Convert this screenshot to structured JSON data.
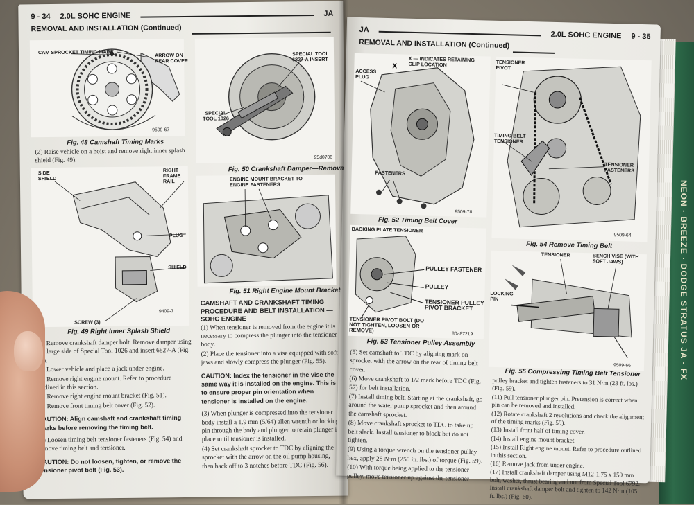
{
  "spine": {
    "text": "NEON · BREEZE · DODGE STRATUS    JA · FX"
  },
  "left_page": {
    "header_left": "9 - 34",
    "header_title": "2.0L SOHC ENGINE",
    "header_right": "JA",
    "section": "REMOVAL AND INSTALLATION (Continued)",
    "fig48": {
      "caption": "Fig. 48 Camshaft Timing Marks",
      "labels": [
        "CAM SPROCKET TIMING MARK",
        "ARROW ON REAR COVER"
      ],
      "code": "9509-67"
    },
    "fig50": {
      "caption": "Fig. 50 Crankshaft Damper—Removal",
      "labels": [
        "SPECIAL TOOL 6827-A INSERT",
        "SPECIAL TOOL 1026"
      ],
      "code": "95d0706"
    },
    "fig49": {
      "caption": "Fig. 49 Right Inner Splash Shield",
      "labels": [
        "SIDE SHIELD",
        "RIGHT FRAME RAIL",
        "PLUG",
        "SHIELD",
        "SCREW (3)"
      ],
      "code": "9409-7"
    },
    "fig51": {
      "caption": "Fig. 51 Right Engine Mount Bracket",
      "labels": [
        "ENGINE MOUNT BRACKET TO ENGINE FASTENERS"
      ]
    },
    "intro_step": "(2) Raise vehicle on a hoist and remove right inner splash shield (Fig. 49).",
    "steps_a": [
      "(3) Remove crankshaft damper bolt. Remove damper using the large side of Special Tool 1026 and insert 6827-A (Fig. 50).",
      "(4) Lower vehicle and place a jack under engine.",
      "(5) Remove right engine mount. Refer to procedure outlined in this section.",
      "(6) Remove right engine mount bracket (Fig. 51).",
      "(7) Remove front timing belt cover (Fig. 52)."
    ],
    "caution1": "CAUTION: Align camshaft and crankshaft timing marks before removing the timing belt.",
    "step8": "(8) Loosen timing belt tensioner fasteners (Fig. 54) and remove timing belt and tensioner.",
    "caution2": "CAUTION: Do not loosen, tighten, or remove the tensioner pivot bolt (Fig. 53).",
    "col2_title": "CAMSHAFT AND CRANKSHAFT TIMING PROCEDURE AND BELT INSTALLATION —SOHC ENGINE",
    "col2_steps": [
      "(1) When tensioner is removed from the engine it is necessary to compress the plunger into the tensioner body.",
      "(2) Place the tensioner into a vise equipped with soft jaws and slowly compress the plunger (Fig. 55)."
    ],
    "col2_caution": "CAUTION: Index the tensioner in the vise the same way it is installed on the engine. This is to ensure proper pin orientation when tensioner is installed on the engine.",
    "col2_steps_b": [
      "(3) When plunger is compressed into the tensioner body install a 1.9 mm (5/64) allen wrench or locking pin through the body and plunger to retain plunger in place until tensioner is installed.",
      "(4) Set crankshaft sprocket to TDC by aligning the sprocket with the arrow on the oil pump housing, then back off to 3 notches before TDC (Fig. 56)."
    ]
  },
  "right_page": {
    "header_left": "JA",
    "header_title": "2.0L SOHC ENGINE",
    "header_right": "9 - 35",
    "section": "REMOVAL AND INSTALLATION (Continued)",
    "fig52": {
      "caption": "Fig. 52 Timing Belt Cover",
      "labels": [
        "X — INDICATES RETAINING CLIP LOCATION",
        "ACCESS PLUG",
        "FASTENERS"
      ],
      "code": "9509-78"
    },
    "fig54": {
      "caption": "Fig. 54 Remove Timing Belt",
      "labels": [
        "TENSIONER PIVOT",
        "TIMING BELT TENSIONER",
        "TENSIONER FASTENERS"
      ],
      "code": "9509-64"
    },
    "fig53": {
      "caption": "Fig. 53 Tensioner Pulley Assembly",
      "labels": [
        "BACKING PLATE TENSIONER",
        "PULLEY FASTENER",
        "PULLEY",
        "TENSIONER PULLEY PIVOT BRACKET",
        "TENSIONER PIVOT BOLT (DO NOT TIGHTEN, LOOSEN OR REMOVE)"
      ],
      "code": "80a87219"
    },
    "fig55": {
      "caption": "Fig. 55 Compressing Timing Belt Tensioner",
      "labels": [
        "TENSIONER",
        "BENCH VISE (WITH SOFT JAWS)",
        "LOCKING PIN"
      ],
      "code": "9509-66"
    },
    "col1_steps": [
      "(5) Set camshaft to TDC by aligning mark on sprocket with the arrow on the rear of timing belt cover.",
      "(6) Move crankshaft to 1/2 mark before TDC (Fig. 57) for belt installation.",
      "(7) Install timing belt. Starting at the crankshaft, go around the water pump sprocket and then around the camshaft sprocket.",
      "(8) Move crankshaft sprocket to TDC to take up belt slack. Install tensioner to block but do not tighten.",
      "(9) Using a torque wrench on the tensioner pulley hex, apply 28 N·m (250 in. lbs.) of torque (Fig. 59).",
      "(10) With torque being applied to the tensioner pulley, move tensioner up against the tensioner"
    ],
    "col2_steps": [
      "pulley bracket and tighten fasteners to 31 N·m (23 ft. lbs.) (Fig. 59).",
      "(11) Pull tensioner plunger pin. Pretension is correct when pin can be removed and installed.",
      "(12) Rotate crankshaft 2 revolutions and check the alignment of the timing marks (Fig. 59).",
      "(13) Install front half of timing cover.",
      "(14) Install engine mount bracket.",
      "(15) Install Right engine mount. Refer to procedure outlined in this section.",
      "(16) Remove jack from under engine.",
      "(17) Install crankshaft damper using M12-1.75 x 150 mm bolt, washer, thrust bearing and nut from Special Tool 6792. Install crankshaft damper bolt and tighten to 142 N·m (105 ft. lbs.) (Fig. 60)."
    ]
  }
}
